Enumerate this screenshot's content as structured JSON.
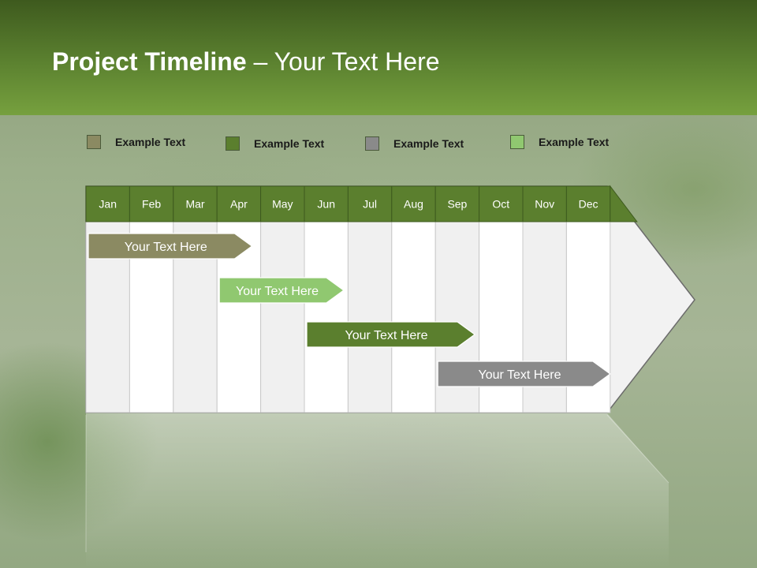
{
  "title": {
    "bold": "Project Timeline",
    "rest": " – Your Text Here"
  },
  "legend": [
    {
      "label": "Example Text",
      "color": "#8b8a62"
    },
    {
      "label": "Example Text",
      "color": "#5b7f2e"
    },
    {
      "label": "Example Text",
      "color": "#8a8a8a"
    },
    {
      "label": "Example Text",
      "color": "#90c870"
    }
  ],
  "timeline": {
    "months": [
      "Jan",
      "Feb",
      "Mar",
      "Apr",
      "May",
      "Jun",
      "Jul",
      "Aug",
      "Sep",
      "Oct",
      "Nov",
      "Dec"
    ],
    "header_color": "#5b7f2e",
    "tasks": [
      {
        "label": "Your  Text Here",
        "start": 0,
        "end": 3.8,
        "color": "#8b8a62"
      },
      {
        "label": "Your  Text Here",
        "start": 3.0,
        "end": 5.9,
        "color": "#90c870"
      },
      {
        "label": "Your  Text Here",
        "start": 5.0,
        "end": 8.9,
        "color": "#5b7f2e"
      },
      {
        "label": "Your  Text Here",
        "start": 8.0,
        "end": 12.0,
        "color": "#8a8a8a"
      }
    ]
  }
}
